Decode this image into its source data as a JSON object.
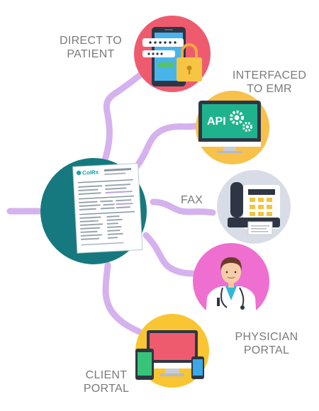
{
  "labels": {
    "direct": [
      "DIRECT TO",
      "PATIENT"
    ],
    "emr": [
      "INTERFACED",
      "TO EMR"
    ],
    "fax": "FAX",
    "physician": [
      "PHYSICIAN",
      "PORTAL"
    ],
    "client": [
      "CLIENT",
      "PORTAL"
    ]
  },
  "api_text": "API",
  "report_logo": "ColRx",
  "colors": {
    "connector": "#d5b2ee",
    "hub": "#15797f",
    "direct_bg": "#ef5b6e",
    "emr_bg": "#f7c14a",
    "fax_bg": "#d8dce6",
    "physician_bg": "#ee6fcf",
    "client_bg": "#f9c532",
    "label_text": "#7a7a7a"
  },
  "icons": [
    "document-report-icon",
    "phone-lock-icon",
    "api-monitor-icon",
    "fax-machine-icon",
    "doctor-icon",
    "devices-icon"
  ]
}
